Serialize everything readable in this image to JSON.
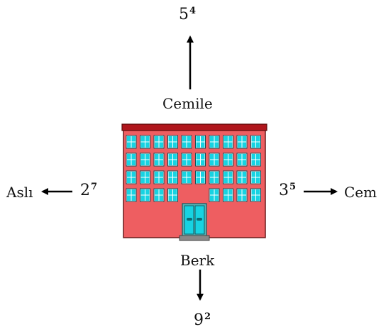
{
  "north": {
    "name": "Cemile",
    "base": "5",
    "exp": "4"
  },
  "south": {
    "name": "Berk",
    "base": "9",
    "exp": "2"
  },
  "west": {
    "name": "Aslı",
    "base": "2",
    "exp": "7"
  },
  "east": {
    "name": "Cem",
    "base": "3",
    "exp": "5"
  },
  "colors": {
    "wall": "#ee5e61",
    "roof": "#b0161c",
    "window": "#17d3e2",
    "arrow": "#000000",
    "step": "#888888"
  },
  "icons": {
    "center": "building-icon",
    "directions": "arrow-icon"
  }
}
